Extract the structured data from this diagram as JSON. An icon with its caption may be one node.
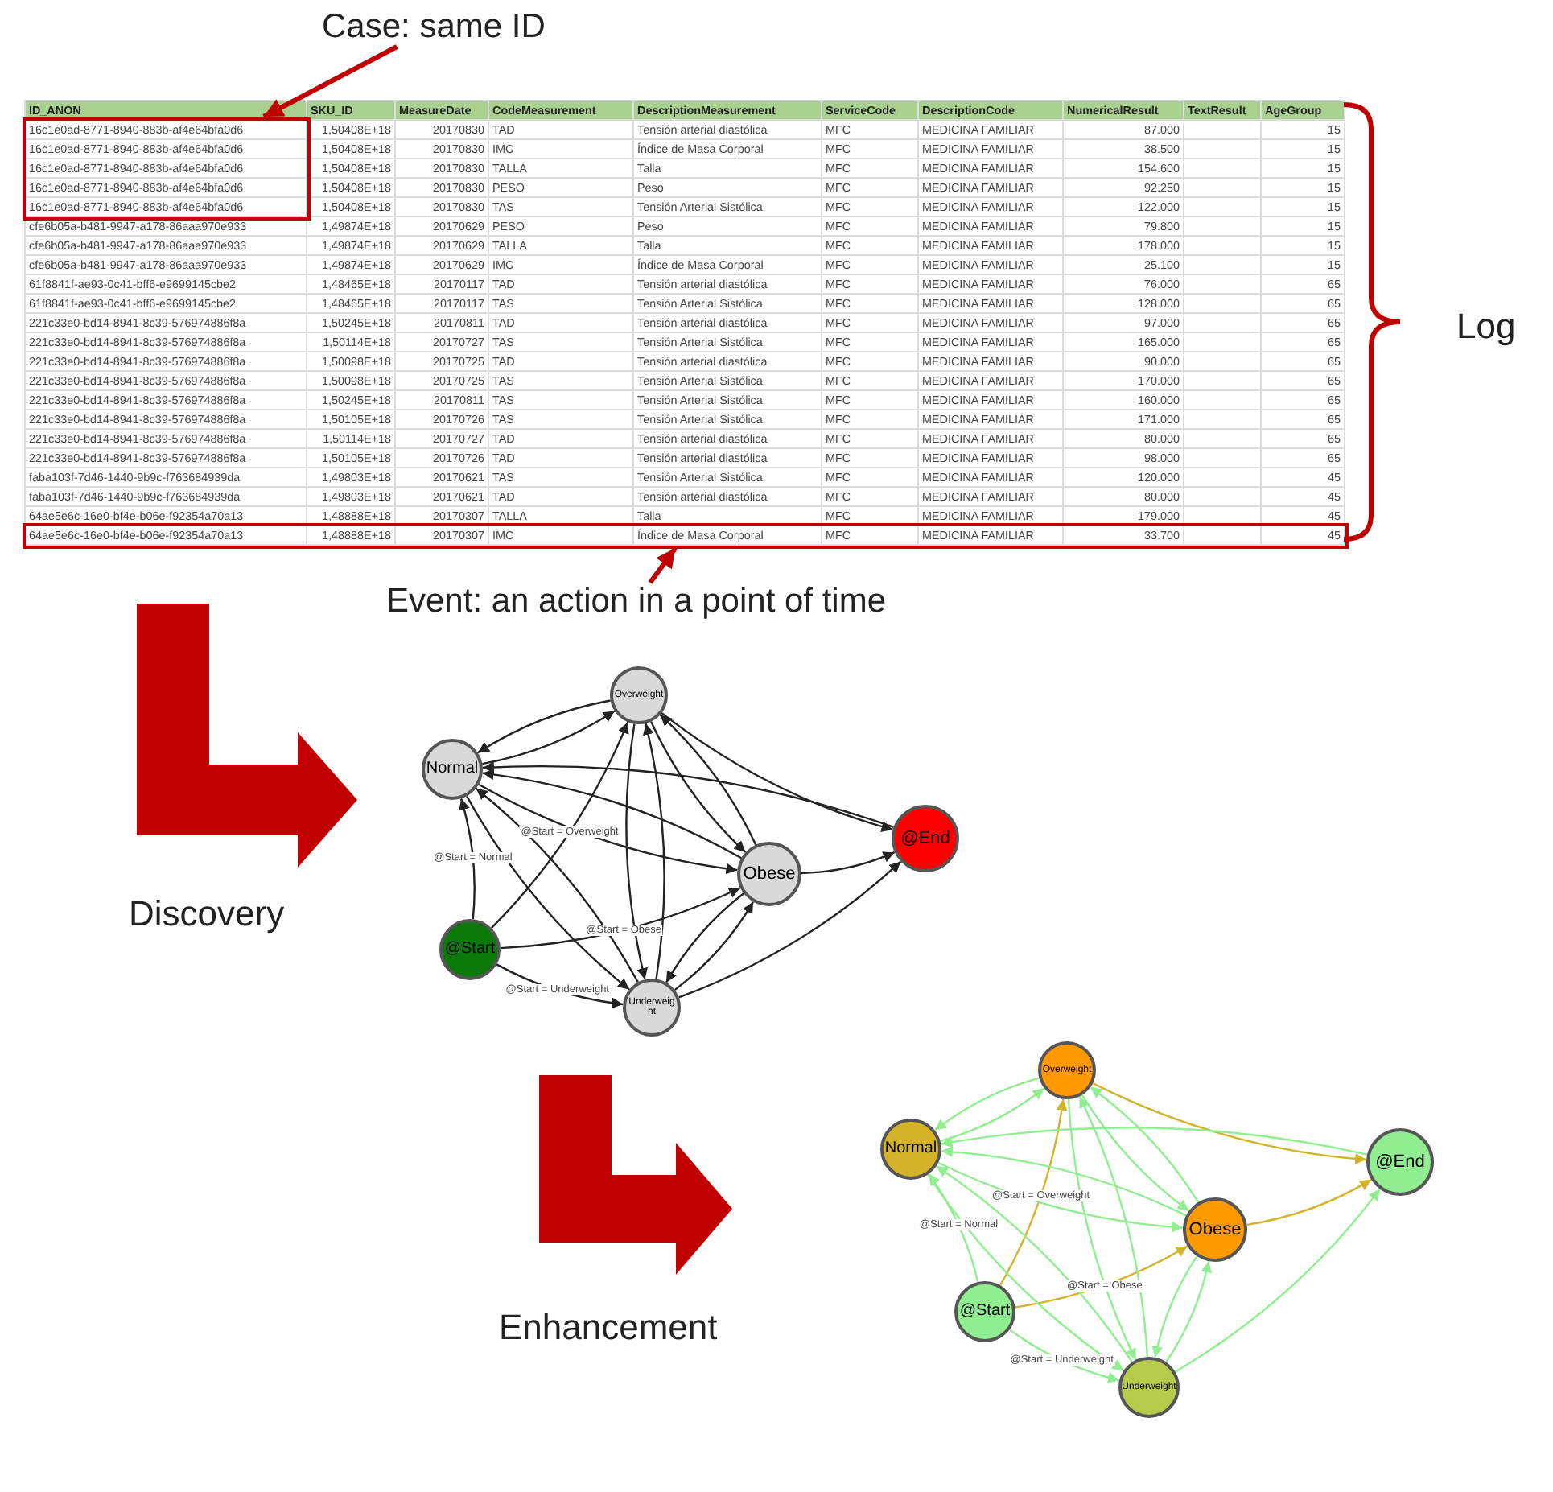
{
  "diagram": {
    "nodes": [
      {
        "text": [
          "Case: same ID"
        ]
      },
      {
        "text": [],
        "shape": "box"
      },
      {
        "text": [
          "Event: an action in a point of time"
        ]
      },
      {
        "text": [],
        "shape": "box"
      },
      {
        "text": [
          "Overweight"
        ]
      },
      {
        "text": [
          "Normal"
        ]
      },
      {
        "text": [
          "@End"
        ]
      },
      {
        "text": [
          "Obese"
        ]
      },
      {
        "text": [
          "@Start"
        ]
      },
      {
        "text": [
          "Underweight"
        ]
      },
      {
        "text": [
          "Overweight"
        ]
      },
      {
        "text": [
          "Normal"
        ]
      },
      {
        "text": [
          "@End"
        ]
      },
      {
        "text": [
          "Obese"
        ]
      },
      {
        "text": [
          "@Start"
        ]
      },
      {
        "text": [
          "Underweight"
        ]
      }
    ],
    "edges": [
      {
        "from": 0,
        "to": 1,
        "arrow": "to",
        "style": "thick",
        "color": "#c00000"
      },
      {
        "from": 2,
        "to": 3,
        "arrow": "to",
        "style": "thick",
        "color": "#c00000"
      },
      {
        "from": 5,
        "to": 4,
        "arrow": "to"
      },
      {
        "from": 4,
        "to": 5,
        "arrow": "to"
      },
      {
        "from": 8,
        "to": 5,
        "arrow": "to",
        "label": "@Start = Normal"
      },
      {
        "from": 8,
        "to": 4,
        "arrow": "to",
        "label": "@Start = Overweight"
      },
      {
        "from": 8,
        "to": 7,
        "arrow": "to",
        "label": "@Start = Obese"
      },
      {
        "from": 8,
        "to": 9,
        "arrow": "to",
        "label": "@Start = Underweight"
      },
      {
        "from": 5,
        "to": 7,
        "arrow": "to"
      },
      {
        "from": 7,
        "to": 5,
        "arrow": "to"
      },
      {
        "from": 5,
        "to": 9,
        "arrow": "to"
      },
      {
        "from": 9,
        "to": 5,
        "arrow": "to"
      },
      {
        "from": 4,
        "to": 7,
        "arrow": "to"
      },
      {
        "from": 7,
        "to": 4,
        "arrow": "to"
      },
      {
        "from": 4,
        "to": 9,
        "arrow": "to"
      },
      {
        "from": 9,
        "to": 4,
        "arrow": "to"
      },
      {
        "from": 7,
        "to": 9,
        "arrow": "to"
      },
      {
        "from": 9,
        "to": 7,
        "arrow": "to"
      },
      {
        "from": 4,
        "to": 6,
        "arrow": "to"
      },
      {
        "from": 7,
        "to": 6,
        "arrow": "to"
      },
      {
        "from": 9,
        "to": 6,
        "arrow": "to"
      },
      {
        "from": 6,
        "to": 5,
        "arrow": "to"
      },
      {
        "from": 11,
        "to": 10,
        "arrow": "to",
        "color": "#90ee90"
      },
      {
        "from": 10,
        "to": 11,
        "arrow": "to",
        "color": "#90ee90"
      },
      {
        "from": 14,
        "to": 11,
        "arrow": "to",
        "label": "@Start = Normal",
        "color": "#90ee90"
      },
      {
        "from": 14,
        "to": 10,
        "arrow": "to",
        "label": "@Start = Overweight",
        "color": "#d4b32a"
      },
      {
        "from": 14,
        "to": 13,
        "arrow": "to",
        "label": "@Start = Obese",
        "color": "#d4b32a"
      },
      {
        "from": 14,
        "to": 15,
        "arrow": "to",
        "label": "@Start = Underweight",
        "color": "#90ee90"
      },
      {
        "from": 11,
        "to": 13,
        "arrow": "to",
        "color": "#90ee90"
      },
      {
        "from": 13,
        "to": 11,
        "arrow": "to",
        "color": "#90ee90"
      },
      {
        "from": 11,
        "to": 15,
        "arrow": "to",
        "color": "#90ee90"
      },
      {
        "from": 15,
        "to": 11,
        "arrow": "to",
        "color": "#90ee90"
      },
      {
        "from": 10,
        "to": 13,
        "arrow": "to",
        "color": "#90ee90"
      },
      {
        "from": 13,
        "to": 10,
        "arrow": "to",
        "color": "#90ee90"
      },
      {
        "from": 10,
        "to": 15,
        "arrow": "to",
        "color": "#90ee90"
      },
      {
        "from": 15,
        "to": 10,
        "arrow": "to",
        "color": "#90ee90"
      },
      {
        "from": 13,
        "to": 15,
        "arrow": "to",
        "color": "#90ee90"
      },
      {
        "from": 15,
        "to": 13,
        "arrow": "to",
        "color": "#90ee90"
      },
      {
        "from": 10,
        "to": 12,
        "arrow": "to",
        "color": "#d4b32a"
      },
      {
        "from": 13,
        "to": 12,
        "arrow": "to",
        "color": "#d4b32a"
      },
      {
        "from": 15,
        "to": 12,
        "arrow": "to",
        "color": "#90ee90"
      },
      {
        "from": 12,
        "to": 11,
        "arrow": "to",
        "color": "#90ee90"
      }
    ],
    "labels": [
      "ID_ANON",
      "SKU_ID",
      "MeasureDate",
      "CodeMeasurement",
      "DescriptionMeasurement",
      "ServiceCode",
      "DescriptionCode",
      "NumericalResult",
      "TextResult",
      "AgeGroup",
      "16c1e0ad-8771-8940-883b-af4e64bfa0d6",
      "1,50408E+18",
      "20170830",
      "TAD",
      "Tensión arterial diastólica",
      "MFC",
      "MEDICINA FAMILIAR",
      "87.000",
      "15",
      "16c1e0ad-8771-8940-883b-af4e64bfa0d6",
      "1,50408E+18",
      "20170830",
      "IMC",
      "Índice de Masa Corporal",
      "MFC",
      "MEDICINA FAMILIAR",
      "38.500",
      "15",
      "16c1e0ad-8771-8940-883b-af4e64bfa0d6",
      "1,50408E+18",
      "20170830",
      "TALLA",
      "Talla",
      "MFC",
      "MEDICINA FAMILIAR",
      "154.600",
      "15",
      "16c1e0ad-8771-8940-883b-af4e64bfa0d6",
      "1,50408E+18",
      "20170830",
      "PESO",
      "Peso",
      "MFC",
      "MEDICINA FAMILIAR",
      "92.250",
      "15",
      "16c1e0ad-8771-8940-883b-af4e64bfa0d6",
      "1,50408E+18",
      "20170830",
      "TAS",
      "Tensión Arterial Sistólica",
      "MFC",
      "MEDICINA FAMILIAR",
      "122.000",
      "15",
      "cfe6b05a-b481-9947-a178-86aaa970e933",
      "1,49874E+18",
      "20170629",
      "PESO",
      "Peso",
      "MFC",
      "MEDICINA FAMILIAR",
      "79.800",
      "15",
      "cfe6b05a-b481-9947-a178-86aaa970e933",
      "1,49874E+18",
      "20170629",
      "TALLA",
      "Talla",
      "MFC",
      "MEDICINA FAMILIAR",
      "178.000",
      "15",
      "cfe6b05a-b481-9947-a178-86aaa970e933",
      "1,49874E+18",
      "20170629",
      "IMC",
      "Índice de Masa Corporal",
      "MFC",
      "MEDICINA FAMILIAR",
      "25.100",
      "15",
      "61f8841f-ae93-0c41-bff6-e9699145cbe2",
      "1,48465E+18",
      "20170117",
      "TAD",
      "Tensión arterial diastólica",
      "MFC",
      "MEDICINA FAMILIAR",
      "76.000",
      "65",
      "61f8841f-ae93-0c41-bff6-e9699145cbe2",
      "1,48465E+18",
      "20170117",
      "TAS",
      "Tensión Arterial Sistólica",
      "MFC",
      "MEDICINA FAMILIAR",
      "128.000",
      "65",
      "221c33e0-bd14-8941-8c39-576974886f8a",
      "1,50245E+18",
      "20170811",
      "TAD",
      "Tensión arterial diastólica",
      "MFC",
      "MEDICINA FAMILIAR",
      "97.000",
      "65",
      "221c33e0-bd14-8941-8c39-576974886f8a",
      "1,50114E+18",
      "20170727",
      "TAS",
      "Tensión Arterial Sistólica",
      "MFC",
      "MEDICINA FAMILIAR",
      "165.000",
      "65",
      "221c33e0-bd14-8941-8c39-576974886f8a",
      "1,50098E+18",
      "20170725",
      "TAD",
      "Tensión arterial diastólica",
      "MFC",
      "MEDICINA FAMILIAR",
      "90.000",
      "65",
      "221c33e0-bd14-8941-8c39-576974886f8a",
      "1,50098E+18",
      "20170725",
      "TAS",
      "Tensión Arterial Sistólica",
      "MFC",
      "MEDICINA FAMILIAR",
      "170.000",
      "65",
      "221c33e0-bd14-8941-8c39-576974886f8a",
      "1,50245E+18",
      "20170811",
      "TAS",
      "Tensión Arterial Sistólica",
      "MFC",
      "MEDICINA FAMILIAR",
      "160.000",
      "65",
      "221c33e0-bd14-8941-8c39-576974886f8a",
      "1,50105E+18",
      "20170726",
      "TAS",
      "Tensión Arterial Sistólica",
      "MFC",
      "MEDICINA FAMILIAR",
      "171.000",
      "65",
      "221c33e0-bd14-8941-8c39-576974886f8a",
      "1,50114E+18",
      "20170727",
      "TAD",
      "Tensión arterial diastólica",
      "MFC",
      "MEDICINA FAMILIAR",
      "80.000",
      "65",
      "221c33e0-bd14-8941-8c39-576974886f8a",
      "1,50105E+18",
      "20170726",
      "TAD",
      "Tensión arterial diastólica",
      "MFC",
      "MEDICINA FAMILIAR",
      "98.000",
      "65",
      "faba103f-7d46-1440-9b9c-f763684939da",
      "1,49803E+18",
      "20170621",
      "TAS",
      "Tensión Arterial Sistólica",
      "MFC",
      "MEDICINA FAMILIAR",
      "120.000",
      "45",
      "faba103f-7d46-1440-9b9c-f763684939da",
      "1,49803E+18",
      "20170621",
      "TAD",
      "Tensión arterial diastólica",
      "MFC",
      "MEDICINA FAMILIAR",
      "80.000",
      "45",
      "64ae5e6c-16e0-bf4e-b06e-f92354a70a13",
      "1,48888E+18",
      "20170307",
      "TALLA",
      "Talla",
      "MFC",
      "MEDICINA FAMILIAR",
      "179.000",
      "45",
      "64ae5e6c-16e0-bf4e-b06e-f92354a70a13",
      "1,48888E+18",
      "20170307",
      "IMC",
      "Índice de Masa Corporal",
      "MFC",
      "MEDICINA FAMILIAR",
      "33.700",
      "45",
      "Log",
      "Discovery",
      "Enhancement"
    ]
  }
}
